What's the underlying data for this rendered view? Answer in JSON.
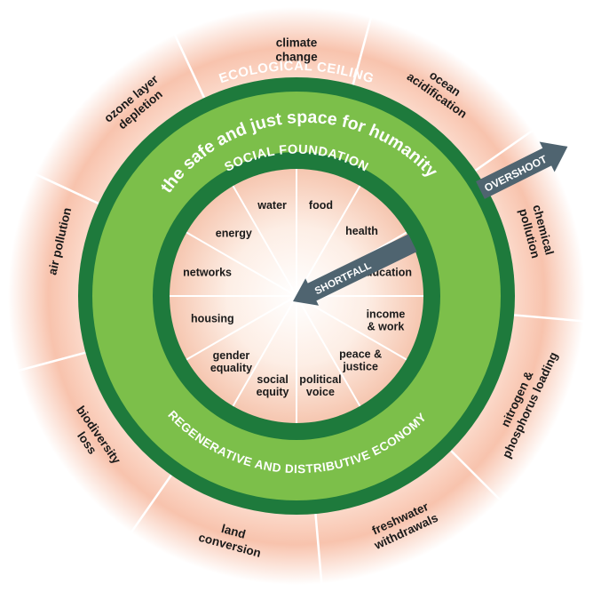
{
  "ecological_ceiling": "ECOLOGICAL CEILING",
  "safe_space": "the safe and just space for humanity",
  "social_foundation": "SOCIAL FOUNDATION",
  "economy": "REGENERATIVE AND DISTRIBUTIVE ECONOMY",
  "overshoot": "OVERSHOOT",
  "shortfall": "SHORTFALL",
  "ceiling_dimensions": [
    {
      "lines": [
        "climate",
        "change"
      ]
    },
    {
      "lines": [
        "ocean",
        "acidification"
      ]
    },
    {
      "lines": [
        "chemical",
        "pollution"
      ]
    },
    {
      "lines": [
        "nitrogen &",
        "phosphorus loading"
      ]
    },
    {
      "lines": [
        "freshwater",
        "withdrawals"
      ]
    },
    {
      "lines": [
        "land",
        "conversion"
      ]
    },
    {
      "lines": [
        "biodiversity",
        "loss"
      ]
    },
    {
      "lines": [
        "air pollution"
      ]
    },
    {
      "lines": [
        "ozone layer",
        "depletion"
      ]
    }
  ],
  "foundation_dimensions": [
    {
      "lines": [
        "food"
      ]
    },
    {
      "lines": [
        "health"
      ]
    },
    {
      "lines": [
        "education"
      ]
    },
    {
      "lines": [
        "income",
        "& work"
      ]
    },
    {
      "lines": [
        "peace &",
        "justice"
      ]
    },
    {
      "lines": [
        "political",
        "voice"
      ]
    },
    {
      "lines": [
        "social",
        "equity"
      ]
    },
    {
      "lines": [
        "gender",
        "equality"
      ]
    },
    {
      "lines": [
        "housing"
      ]
    },
    {
      "lines": [
        "networks"
      ]
    },
    {
      "lines": [
        "energy"
      ]
    },
    {
      "lines": [
        "water"
      ]
    }
  ],
  "colors": {
    "dark_green": "#1e7a3c",
    "light_green": "#7cbf4a",
    "overshoot_red": "#ef9a80",
    "arrow_gray": "#4f6470"
  }
}
